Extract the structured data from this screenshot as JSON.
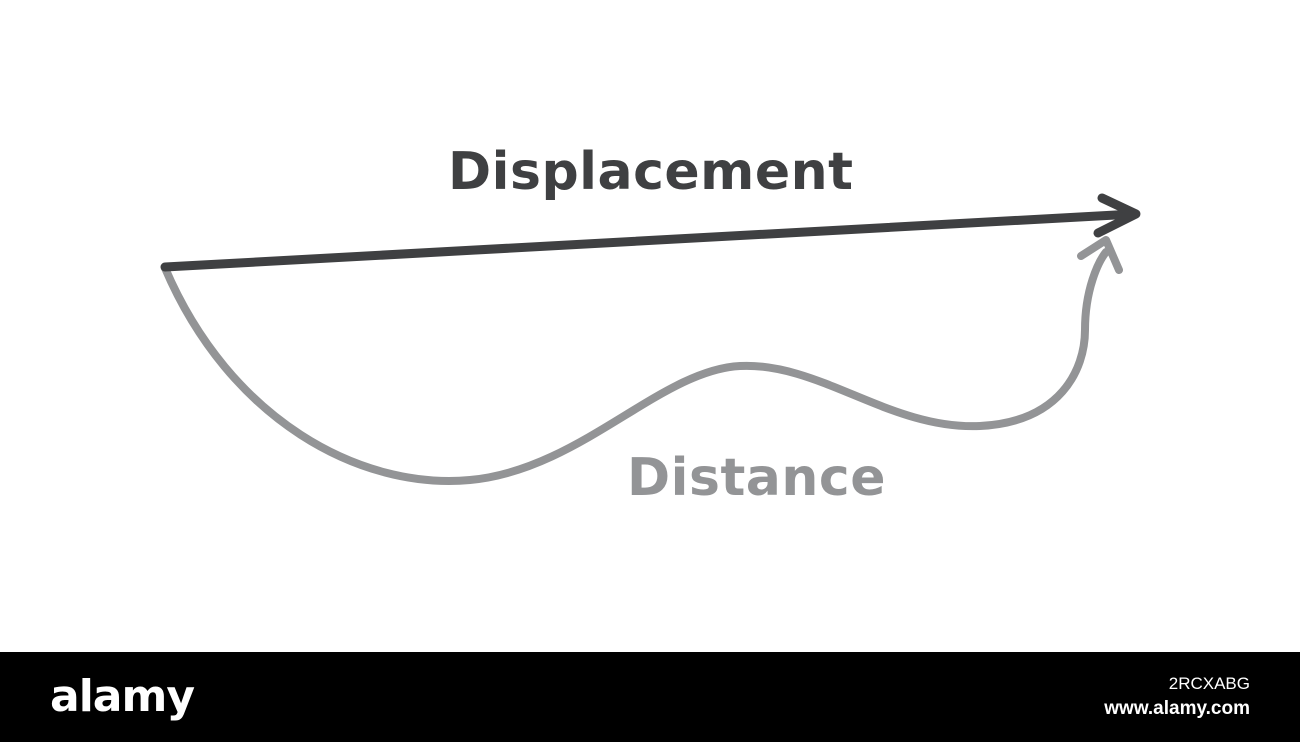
{
  "diagram": {
    "displacement_label": "Displacement",
    "distance_label": "Distance"
  },
  "colors": {
    "displacement": "#3f4042",
    "distance": "#939496",
    "background": "#ffffff",
    "footer_bg": "#000000",
    "footer_text": "#ffffff"
  },
  "footer": {
    "logo": "alamy",
    "image_id": "2RCXABG",
    "site": "www.alamy.com"
  }
}
